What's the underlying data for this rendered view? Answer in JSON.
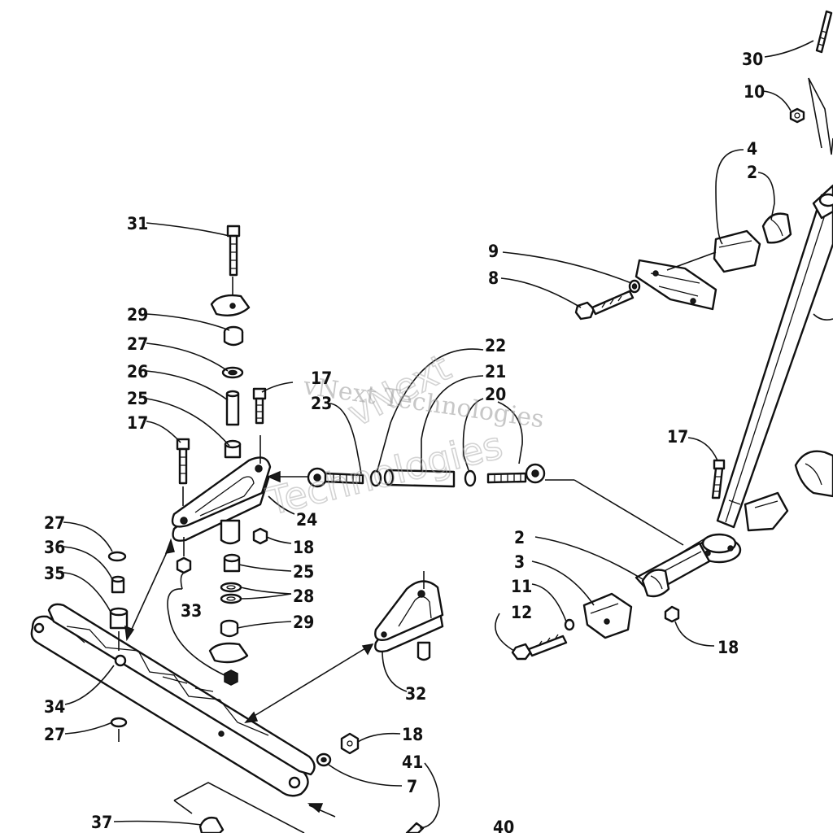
{
  "watermark": {
    "line1": "vNext Technologies",
    "line2": "Technologies",
    "line3": "vNext"
  },
  "callouts": [
    {
      "id": "c30",
      "text": "30"
    },
    {
      "id": "c10",
      "text": "10"
    },
    {
      "id": "c4",
      "text": "4"
    },
    {
      "id": "c2a",
      "text": "2"
    },
    {
      "id": "c9",
      "text": "9"
    },
    {
      "id": "c8",
      "text": "8"
    },
    {
      "id": "c31",
      "text": "31"
    },
    {
      "id": "c29a",
      "text": "29"
    },
    {
      "id": "c27a",
      "text": "27"
    },
    {
      "id": "c26",
      "text": "26"
    },
    {
      "id": "c25a",
      "text": "25"
    },
    {
      "id": "c17a",
      "text": "17"
    },
    {
      "id": "c17b",
      "text": "17"
    },
    {
      "id": "c23",
      "text": "23"
    },
    {
      "id": "c22",
      "text": "22"
    },
    {
      "id": "c21",
      "text": "21"
    },
    {
      "id": "c20",
      "text": "20"
    },
    {
      "id": "c17c",
      "text": "17"
    },
    {
      "id": "c24",
      "text": "24"
    },
    {
      "id": "c18a",
      "text": "18"
    },
    {
      "id": "c27b",
      "text": "27"
    },
    {
      "id": "c36",
      "text": "36"
    },
    {
      "id": "c35",
      "text": "35"
    },
    {
      "id": "c33",
      "text": "33"
    },
    {
      "id": "c25b",
      "text": "25"
    },
    {
      "id": "c28",
      "text": "28"
    },
    {
      "id": "c29b",
      "text": "29"
    },
    {
      "id": "c2b",
      "text": "2"
    },
    {
      "id": "c3",
      "text": "3"
    },
    {
      "id": "c11",
      "text": "11"
    },
    {
      "id": "c12",
      "text": "12"
    },
    {
      "id": "c18b",
      "text": "18"
    },
    {
      "id": "c32",
      "text": "32"
    },
    {
      "id": "c34",
      "text": "34"
    },
    {
      "id": "c27c",
      "text": "27"
    },
    {
      "id": "c18c",
      "text": "18"
    },
    {
      "id": "c41",
      "text": "41"
    },
    {
      "id": "c7",
      "text": "7"
    },
    {
      "id": "c37",
      "text": "37"
    },
    {
      "id": "c40",
      "text": "40"
    }
  ]
}
